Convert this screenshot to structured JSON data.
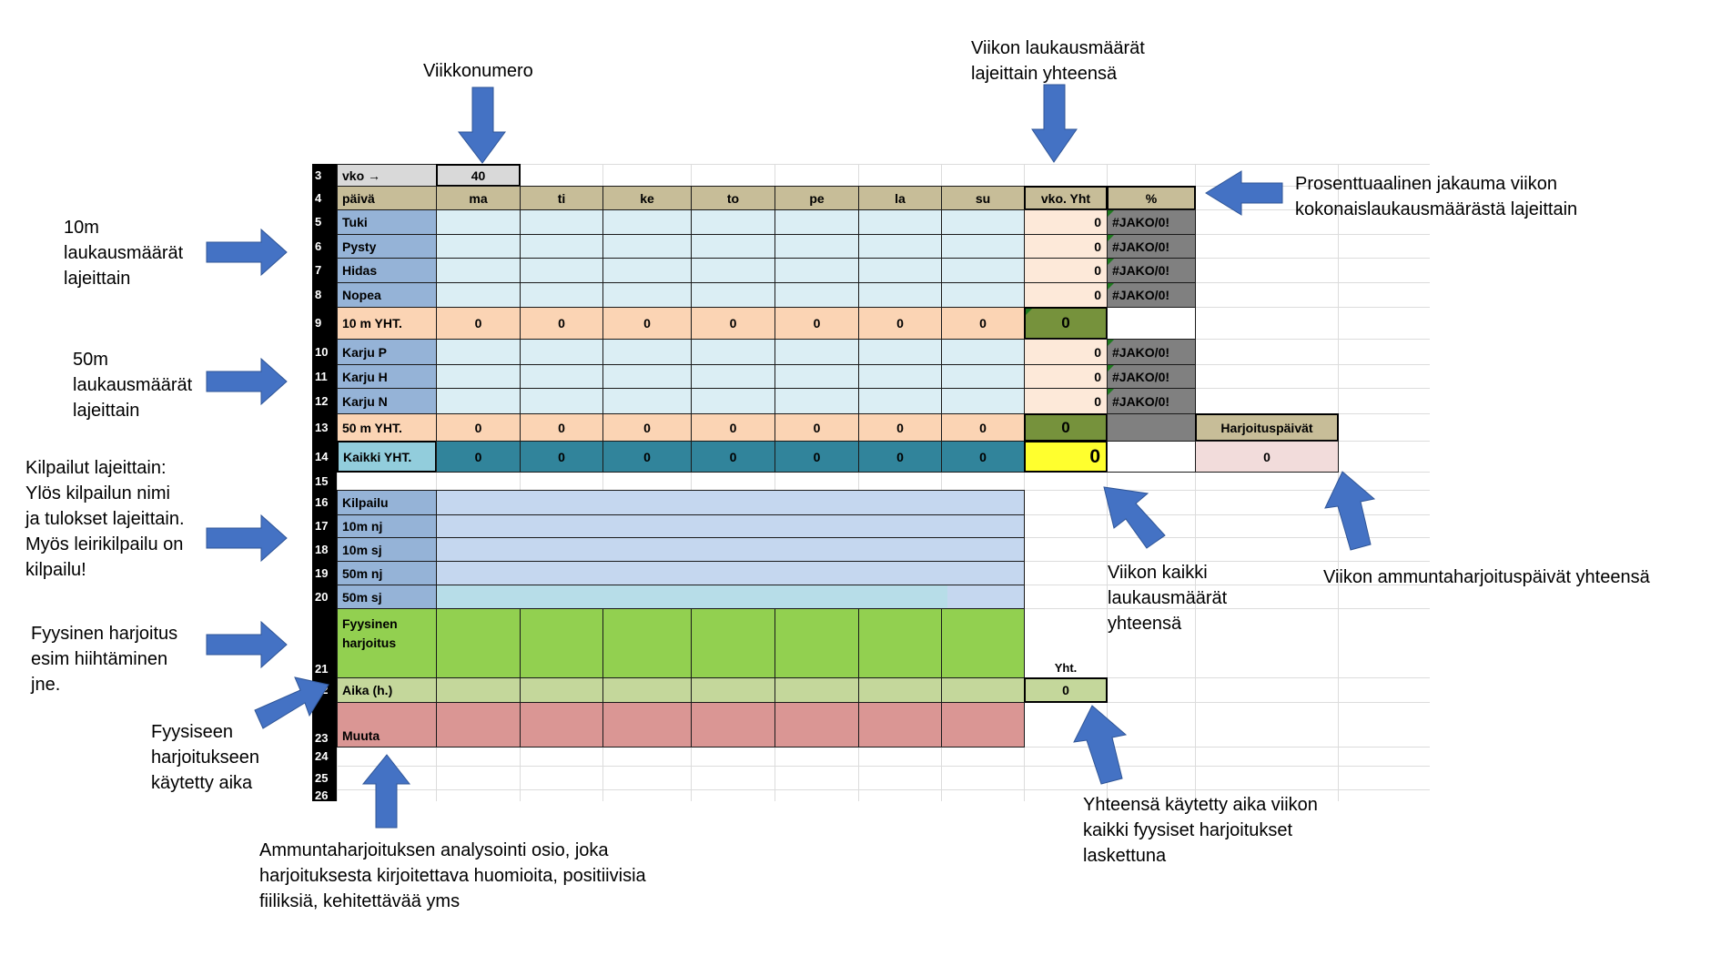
{
  "colors": {
    "header_tan": "#c7bd98",
    "label_blue": "#95b3d7",
    "input_light": "#dbeef4",
    "sum_peach": "#fbd4b4",
    "sum_blue": "#31849b",
    "competition": "#c5d7ef",
    "physical_green": "#92d050",
    "time_green": "#c4d79b",
    "other_red": "#da9694",
    "total_olive": "#76923c",
    "grand_total": "#ffff2e",
    "error_gray": "#808080",
    "training_pink": "#f2dcdb",
    "arrow_blue": "#4472c4"
  },
  "sheet": {
    "row_numbers": [
      "3",
      "4",
      "5",
      "6",
      "7",
      "8",
      "9",
      "10",
      "11",
      "12",
      "13",
      "14",
      "15",
      "16",
      "17",
      "18",
      "19",
      "20",
      "21",
      "22",
      "23",
      "24",
      "25",
      "26"
    ],
    "week_label": "vko →",
    "week_number": "40",
    "day_header": "päivä",
    "days": [
      "ma",
      "ti",
      "ke",
      "to",
      "pe",
      "la",
      "su"
    ],
    "week_total_header": "vko. Yht",
    "percent_header": "%",
    "rows_10m": [
      {
        "label": "Tuki",
        "total": "0",
        "percent": "#JAKO/0!"
      },
      {
        "label": "Pysty",
        "total": "0",
        "percent": "#JAKO/0!"
      },
      {
        "label": "Hidas",
        "total": "0",
        "percent": "#JAKO/0!"
      },
      {
        "label": "Nopea",
        "total": "0",
        "percent": "#JAKO/0!"
      }
    ],
    "sum_10m": {
      "label": "10 m YHT.",
      "values": [
        "0",
        "0",
        "0",
        "0",
        "0",
        "0",
        "0"
      ],
      "total": "0"
    },
    "rows_50m": [
      {
        "label": "Karju P",
        "total": "0",
        "percent": "#JAKO/0!"
      },
      {
        "label": "Karju H",
        "total": "0",
        "percent": "#JAKO/0!"
      },
      {
        "label": "Karju N",
        "total": "0",
        "percent": "#JAKO/0!"
      }
    ],
    "sum_50m": {
      "label": "50 m YHT.",
      "values": [
        "0",
        "0",
        "0",
        "0",
        "0",
        "0",
        "0"
      ],
      "total": "0"
    },
    "all_total": {
      "label": "Kaikki YHT.",
      "values": [
        "0",
        "0",
        "0",
        "0",
        "0",
        "0",
        "0"
      ],
      "total": "0"
    },
    "training_days_header": "Harjoituspäivät",
    "training_days_value": "0",
    "competition_rows": [
      "Kilpailu",
      "10m nj",
      "10m sj",
      "50m nj",
      "50m sj"
    ],
    "physical_label": "Fyysinen harjoitus",
    "time_label": "Aika (h.)",
    "time_total_header": "Yht.",
    "time_total": "0",
    "other_label": "Muuta"
  },
  "annotations": {
    "week_number": "Viikkonumero",
    "weekly_totals": "Viikon laukausmäärät lajeittain yhteensä",
    "percent": "Prosenttuaalinen jakauma viikon kokonaislaukausmäärästä lajeittain",
    "shots_10m": "10m laukausmäärät lajeittain",
    "shots_50m": "50m laukausmäärät lajeittain",
    "competitions": "Kilpailut lajeittain: Ylös kilpailun nimi ja tulokset lajeittain. Myös leirikilpailu on kilpailu!",
    "physical": "Fyysinen harjoitus esim hiihtäminen jne.",
    "physical_time": "Fyysiseen harjoitukseen käytetty aika",
    "all_shots": "Viikon kaikki laukausmäärät yhteensä",
    "training_days": "Viikon ammuntaharjoituspäivät yhteensä",
    "analysis": "Ammuntaharjoituksen analysointi osio, joka harjoituksesta kirjoitettava huomioita, positiivisia fiiliksiä, kehitettävää yms",
    "total_time": "Yhteensä käytetty aika viikon kaikki fyysiset harjoitukset laskettuna"
  }
}
